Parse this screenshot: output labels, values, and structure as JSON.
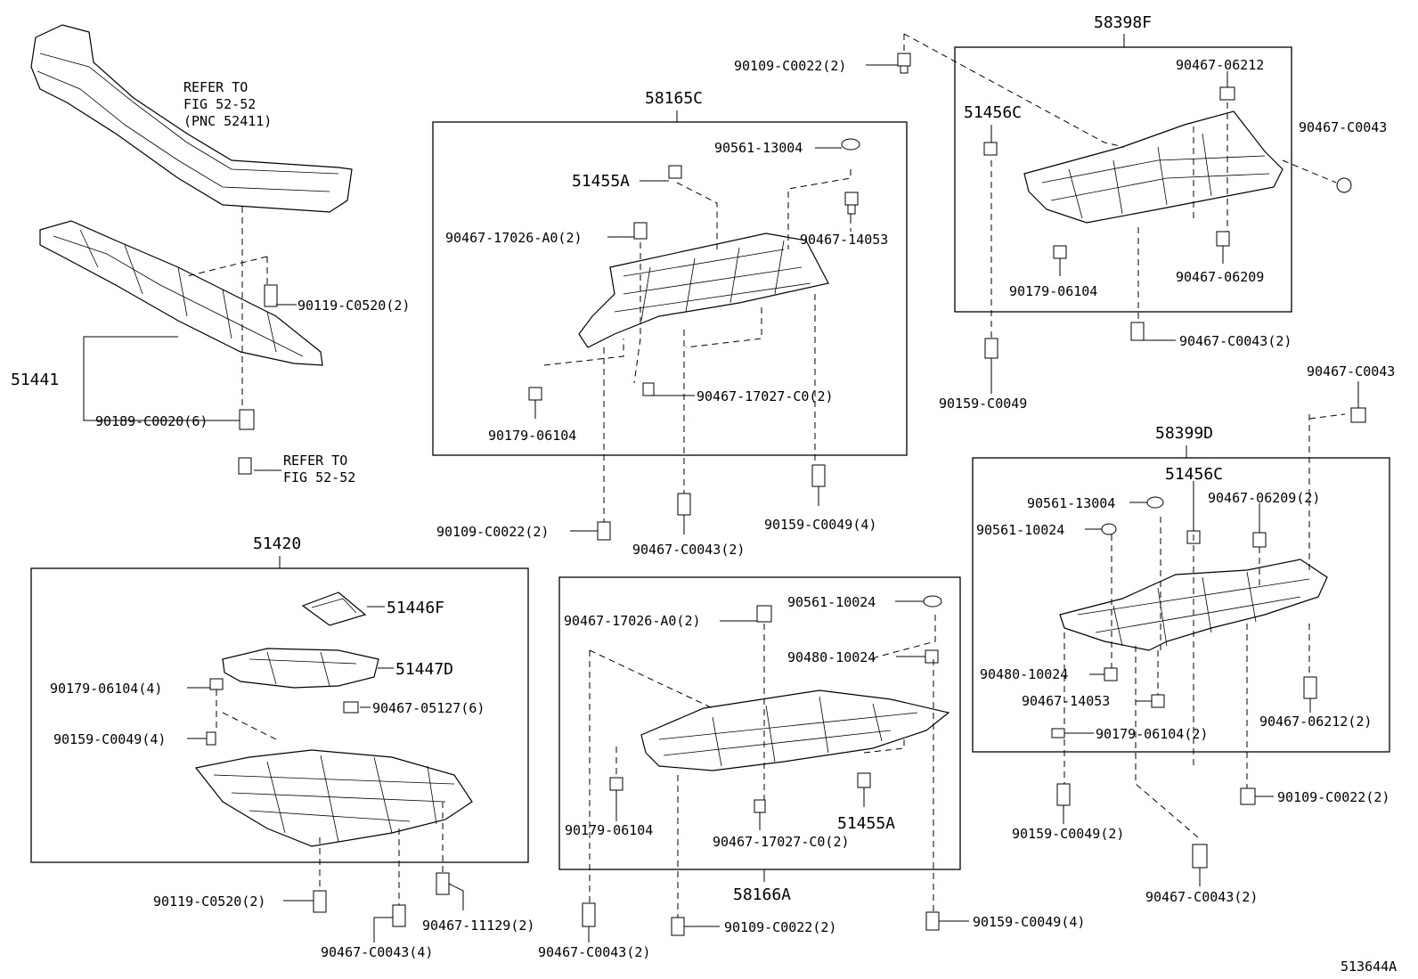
{
  "refs": {
    "bumper": [
      "REFER TO",
      "FIG 52-52",
      "(PNC 52411)"
    ],
    "bottom": [
      "REFER TO",
      "FIG 52-52"
    ]
  },
  "groups": {
    "g58165C": "58165C",
    "g58398F": "58398F",
    "g58399D": "58399D",
    "g51420": "51420",
    "g58166A": "58166A"
  },
  "parts": {
    "p51441": "51441",
    "p51455A_top": "51455A",
    "p51455A_bot": "51455A",
    "p51456C_top": "51456C",
    "p51456C_bot": "51456C",
    "p51446F": "51446F",
    "p51447D": "51447D"
  },
  "labels": {
    "l01": "90109-C0022(2)",
    "l02": "90467-06212",
    "l03": "90467-C0043",
    "l04": "90561-13004",
    "l05": "90467-17026-A0(2)",
    "l06": "90467-14053",
    "l07": "90119-C0520(2)",
    "l08": "90179-06104",
    "l09": "90467-06209",
    "l10": "90467-C0043(2)",
    "l11": "90467-17027-C0(2)",
    "l12": "90189-C0020(6)",
    "l13": "90179-06104",
    "l14": "90159-C0049",
    "l15": "90467-C0043",
    "l16": "90159-C0049(4)",
    "l17": "90109-C0022(2)",
    "l18": "90467-C0043(2)",
    "l19": "90561-13004",
    "l20": "90467-06209(2)",
    "l21": "90561-10024",
    "l22": "90561-10024",
    "l23": "90467-17026-A0(2)",
    "l24": "90480-10024",
    "l25": "90179-06104(4)",
    "l26": "90467-05127(6)",
    "l27": "90159-C0049(4)",
    "l28": "90480-10024",
    "l29": "90467-14053",
    "l30": "90467-06212(2)",
    "l31": "90179-06104(2)",
    "l32": "90179-06104",
    "l33": "90467-17027-C0(2)",
    "l34": "90109-C0022(2)",
    "l35": "90159-C0049(2)",
    "l36": "90119-C0520(2)",
    "l37": "90467-11129(2)",
    "l38": "90467-C0043(2)",
    "l39": "90109-C0022(2)",
    "l40": "90159-C0049(4)",
    "l41": "90467-C0043(4)",
    "l42": "90467-C0043(2)"
  },
  "figure_id": "513644A"
}
